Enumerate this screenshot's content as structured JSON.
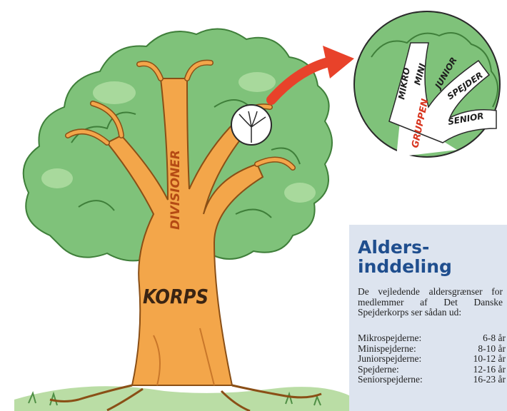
{
  "tree": {
    "trunk_label": "KORPS",
    "branch_label": "DIVISIONER"
  },
  "zoom": {
    "group_label": "GRUPPEN",
    "sections": [
      "MIKRO",
      "MINI",
      "JUNIOR",
      "SPEJDER",
      "SENIOR"
    ]
  },
  "colors": {
    "foliage": "#7fc27a",
    "foliage_dark": "#5aa55a",
    "trunk": "#f3a64a",
    "arrow": "#e8422a",
    "info_bg": "#dde4ef",
    "info_title": "#1f4e8e"
  },
  "info": {
    "title_line1": "Alders-",
    "title_line2": "inddeling",
    "body": "De vejledende aldersgrænser for medlemmer af Det Danske Spejderkorps ser sådan ud:",
    "ages": [
      {
        "group": "Mikrospejderne:",
        "range": "6-8 år"
      },
      {
        "group": "Minispejderne:",
        "range": "8-10 år"
      },
      {
        "group": "Juniorspejderne:",
        "range": "10-12 år"
      },
      {
        "group": "Spejderne:",
        "range": "12-16 år"
      },
      {
        "group": "Seniorspejderne:",
        "range": "16-23 år"
      }
    ]
  }
}
